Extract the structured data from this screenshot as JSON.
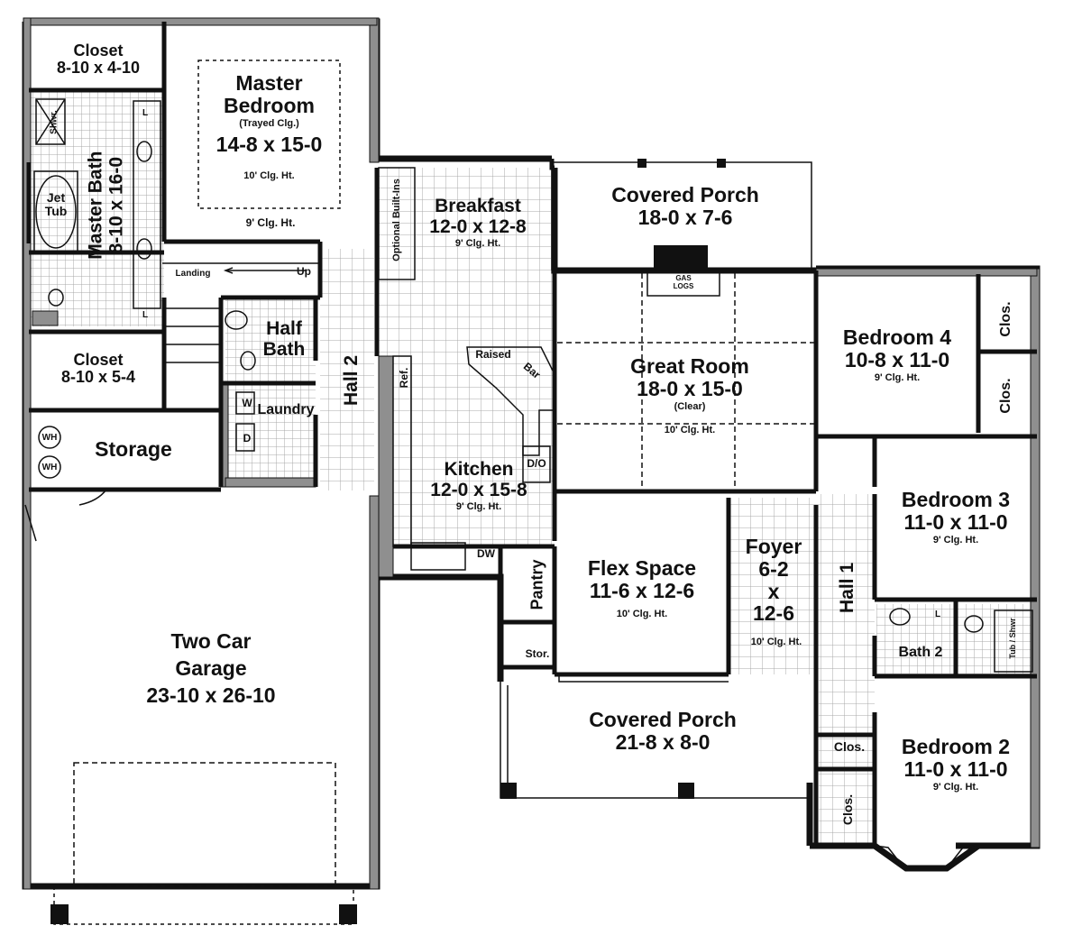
{
  "rooms": {
    "master_bedroom": {
      "name_1": "Master",
      "name_2": "Bedroom",
      "note": "(Trayed Clg.)",
      "dims": "14-8 x 15-0",
      "clg_tray": "10' Clg. Ht.",
      "clg": "9' Clg. Ht."
    },
    "closet_top": {
      "name": "Closet",
      "dims": "8-10 x 4-10"
    },
    "master_bath": {
      "name": "Master Bath",
      "dims": "8-10 x 16-0"
    },
    "jet_tub": {
      "name_1": "Jet",
      "name_2": "Tub"
    },
    "shower": {
      "name": "Shwr."
    },
    "closet_mid": {
      "name": "Closet",
      "dims": "8-10 x 5-4"
    },
    "storage": {
      "name": "Storage"
    },
    "garage": {
      "name_1": "Two Car",
      "name_2": "Garage",
      "dims": "23-10 x 26-10"
    },
    "landing": {
      "name": "Landing",
      "up": "Up"
    },
    "half_bath": {
      "name_1": "Half",
      "name_2": "Bath"
    },
    "laundry": {
      "name": "Laundry",
      "washer": "W",
      "dryer": "D"
    },
    "hall_2": {
      "name": "Hall 2"
    },
    "breakfast": {
      "name": "Breakfast",
      "dims": "12-0 x 12-8",
      "clg": "9' Clg. Ht."
    },
    "built_ins": {
      "name": "Optional Built-Ins"
    },
    "kitchen": {
      "name": "Kitchen",
      "dims": "12-0 x 15-8",
      "clg": "9' Clg. Ht."
    },
    "raised_bar": {
      "word_1": "Raised",
      "word_2": "Bar"
    },
    "ref": {
      "name": "Ref."
    },
    "dw": {
      "name": "DW"
    },
    "do": {
      "name": "D/O"
    },
    "pantry": {
      "name": "Pantry"
    },
    "stor": {
      "name": "Stor."
    },
    "covered_porch_back": {
      "name": "Covered Porch",
      "dims": "18-0 x 7-6"
    },
    "gas_logs": {
      "line_1": "GAS",
      "line_2": "LOGS"
    },
    "great_room": {
      "name": "Great Room",
      "dims": "18-0 x 15-0",
      "note": "(Clear)",
      "clg": "10' Clg. Ht."
    },
    "flex_space": {
      "name": "Flex Space",
      "dims": "11-6 x 12-6",
      "clg": "10' Clg. Ht."
    },
    "foyer": {
      "name": "Foyer",
      "dims_1": "6-2",
      "dims_2": "x",
      "dims_3": "12-6",
      "clg": "10' Clg. Ht."
    },
    "hall_1": {
      "name": "Hall 1"
    },
    "covered_porch_front": {
      "name": "Covered Porch",
      "dims": "21-8 x 8-0"
    },
    "bedroom_4": {
      "name": "Bedroom 4",
      "dims": "10-8 x 11-0",
      "clg": "9' Clg. Ht."
    },
    "bedroom_3": {
      "name": "Bedroom 3",
      "dims": "11-0 x 11-0",
      "clg": "9' Clg. Ht."
    },
    "bedroom_2": {
      "name": "Bedroom 2",
      "dims": "11-0 x 11-0",
      "clg": "9' Clg. Ht."
    },
    "bath_2": {
      "name": "Bath 2",
      "tub": "Tub / Shwr"
    },
    "clos_1": {
      "name": "Clos."
    },
    "clos_2": {
      "name": "Clos."
    },
    "clos_3": {
      "name": "Clos."
    },
    "clos_4": {
      "name": "Clos."
    }
  },
  "fixtures": {
    "wh_1": "WH",
    "wh_2": "WH",
    "lav_1": "L",
    "lav_2": "L",
    "lav_3": "L"
  },
  "colors": {
    "wall": "#111111",
    "wall_fill": "#8f8f8f",
    "tile": "#9a9a9a",
    "background": "#ffffff"
  }
}
